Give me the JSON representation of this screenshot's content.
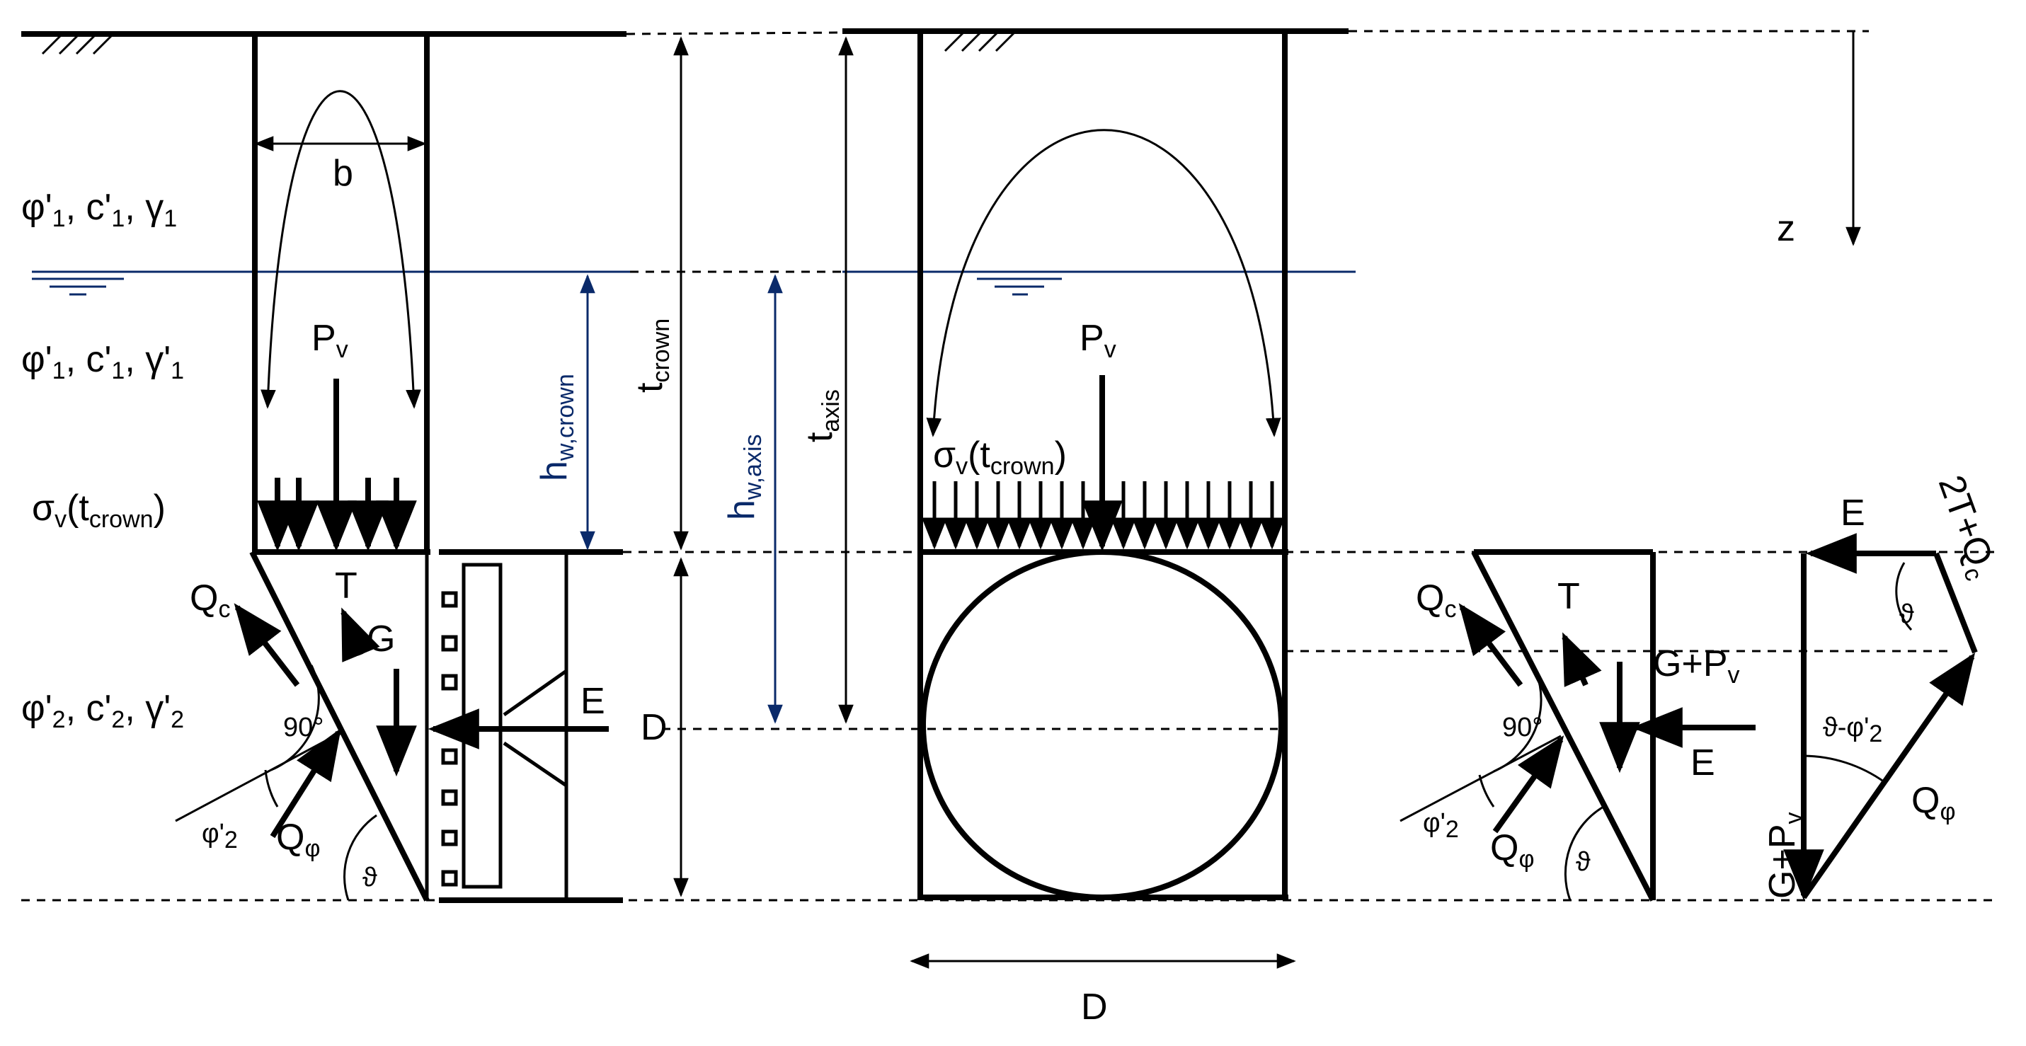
{
  "figure": {
    "soil_layers": {
      "layer1": "φ'1, c'1, γ1",
      "layer1_water": "φ'1, c'1, γ'1",
      "layer2": "φ'2, c'2, γ'2"
    },
    "labels": {
      "b": "b",
      "z": "z",
      "Pv_left": "Pv",
      "Pv_mid": "Pv",
      "sigma_left": "σv(tcrown)",
      "sigma_mid": "σv(tcrown)",
      "T_left": "T",
      "T_right": "T",
      "G_left": "G",
      "Qc_left": "Qc",
      "Qc_right": "Qc",
      "Qphi_left": "Qφ",
      "Qphi_right": "Qφ",
      "Qphi_poly": "Qφ",
      "deg90_left": "90°",
      "deg90_right": "90°",
      "phi2_left": "φ'2",
      "phi2_right": "φ'2",
      "theta_left": "ϑ",
      "theta_right": "ϑ",
      "theta_poly": "ϑ",
      "theta_minus_phi": "ϑ-φ'2",
      "E_left": "E",
      "E_right": "E",
      "E_poly": "E",
      "GPv_right": "G+Pv",
      "GPv_poly": "G+Pv",
      "twoT_Qc": "2T+Qc",
      "D_vertical": "D",
      "D_horizontal": "D",
      "t_crown": "tcrown",
      "t_axis": "taxis",
      "h_w_crown": "hw,crown",
      "h_w_axis": "hw,axis"
    },
    "colors": {
      "line": "#000000",
      "water": "#0a2a6a"
    }
  }
}
